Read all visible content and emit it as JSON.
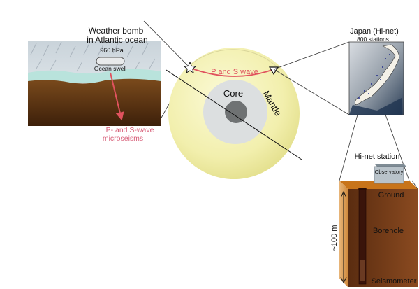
{
  "weather": {
    "title_line1": "Weather bomb",
    "title_line2": "in Atlantic ocean",
    "pressure": "960 hPa",
    "swell": "Ocean swell",
    "micro_line1": "P-  and S-wave",
    "micro_line2": "microseisms"
  },
  "earth": {
    "wave_label": "P  and S wave",
    "core": "Core",
    "mantle": "Mantle"
  },
  "japan": {
    "title": "Japan (Hi-net)",
    "stations": "800 stations"
  },
  "station": {
    "title": "Hi-net station",
    "observatory": "Observatory",
    "ground": "Ground",
    "borehole": "Borehole",
    "depth": "~100 m",
    "seismometer": "Seismometer"
  },
  "colors": {
    "wave_red": "#e0525e",
    "micro_pink": "#d8607a",
    "mantle_yellow": "#f4f1b0",
    "core_gray": "#6f7273",
    "ground_orange": "#c8741a"
  }
}
